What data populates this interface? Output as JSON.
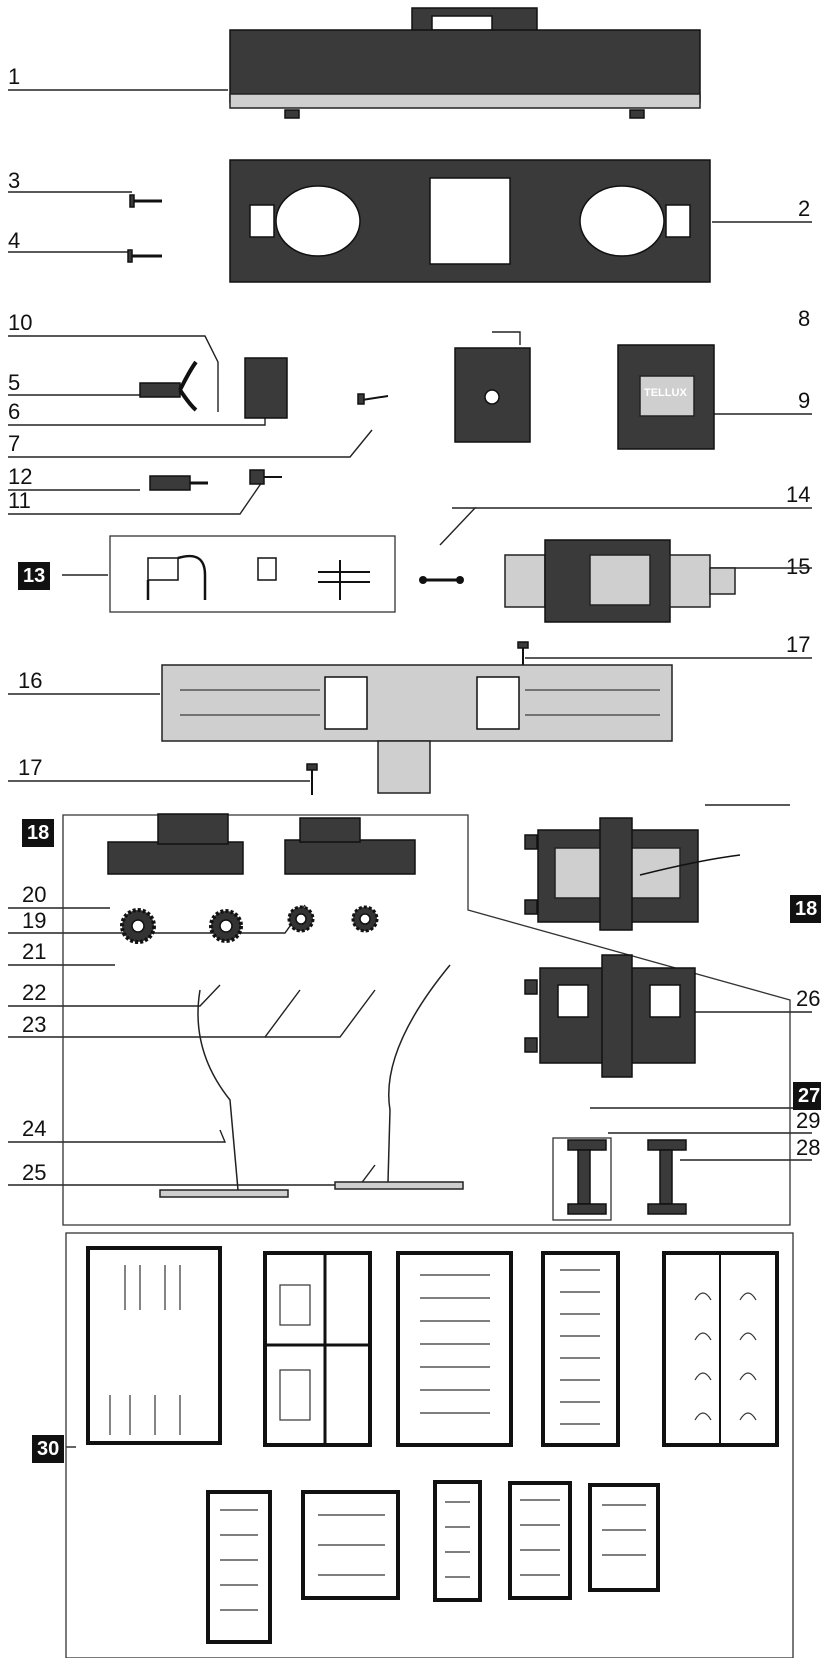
{
  "parts": [
    {
      "id": "p1",
      "label": "1"
    },
    {
      "id": "p2",
      "label": "2"
    },
    {
      "id": "p3",
      "label": "3"
    },
    {
      "id": "p4",
      "label": "4"
    },
    {
      "id": "p5",
      "label": "5"
    },
    {
      "id": "p6",
      "label": "6"
    },
    {
      "id": "p7",
      "label": "7"
    },
    {
      "id": "p8",
      "label": "8"
    },
    {
      "id": "p9",
      "label": "9"
    },
    {
      "id": "p10",
      "label": "10"
    },
    {
      "id": "p11",
      "label": "11"
    },
    {
      "id": "p12",
      "label": "12"
    },
    {
      "id": "p13",
      "label": "13"
    },
    {
      "id": "p14",
      "label": "14"
    },
    {
      "id": "p15",
      "label": "15"
    },
    {
      "id": "p16",
      "label": "16"
    },
    {
      "id": "p17a",
      "label": "17"
    },
    {
      "id": "p17b",
      "label": "17"
    },
    {
      "id": "p18a",
      "label": "18"
    },
    {
      "id": "p18b",
      "label": "18"
    },
    {
      "id": "p19",
      "label": "19"
    },
    {
      "id": "p20",
      "label": "20"
    },
    {
      "id": "p21",
      "label": "21"
    },
    {
      "id": "p22",
      "label": "22"
    },
    {
      "id": "p23",
      "label": "23"
    },
    {
      "id": "p24",
      "label": "24"
    },
    {
      "id": "p25",
      "label": "25"
    },
    {
      "id": "p26",
      "label": "26"
    },
    {
      "id": "p27",
      "label": "27"
    },
    {
      "id": "p28",
      "label": "28"
    },
    {
      "id": "p29",
      "label": "29"
    },
    {
      "id": "p30",
      "label": "30"
    }
  ],
  "motor_brand": "TELLUX"
}
